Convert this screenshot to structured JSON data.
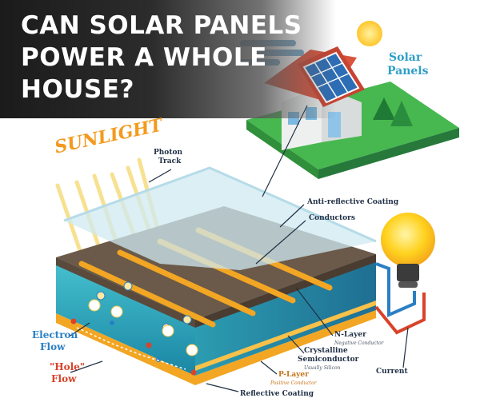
{
  "banner": {
    "title_line_1": "CAN SOLAR PANELS",
    "title_line_2": "POWER A WHOLE",
    "title_line_3": "HOUSE?"
  },
  "diagram": {
    "sunlight": "SUNLIGHT",
    "solar_panels_line_1": "Solar",
    "solar_panels_line_2": "Panels",
    "photon_track_line_1": "Photon",
    "photon_track_line_2": "Track",
    "anti_reflective_coating": "Anti-reflective Coating",
    "conductors": "Conductors",
    "n_layer": "N-Layer",
    "n_layer_sub": "Negative Conductor",
    "crystalline_line_1": "Crystalline",
    "crystalline_line_2": "Semiconductor",
    "crystalline_sub": "Usually Silicon",
    "current": "Current",
    "p_layer": "P-Layer",
    "p_layer_sub": "Positive Conductor",
    "reflective_coating": "Reflective Coating",
    "electron_flow_line_1": "Electron",
    "electron_flow_line_2": "Flow",
    "hole_flow_line_1": "\"Hole\"",
    "hole_flow_line_2": "Flow"
  },
  "colors": {
    "banner_bg": "#1b1b1b",
    "sunlight_orange": "#f39a1e",
    "grass_green": "#3fae49",
    "roof_red": "#d9533d",
    "panel_blue": "#2d6db5",
    "glass": "#cfe9f2",
    "semiconductor_teal": "#2fa7b5",
    "n_layer_brown": "#6b5a4a",
    "conductor_orange": "#f2a623",
    "bulb_yellow": "#ffd21f",
    "electron_blue": "#2a7fc4",
    "hole_red": "#d8432a"
  }
}
